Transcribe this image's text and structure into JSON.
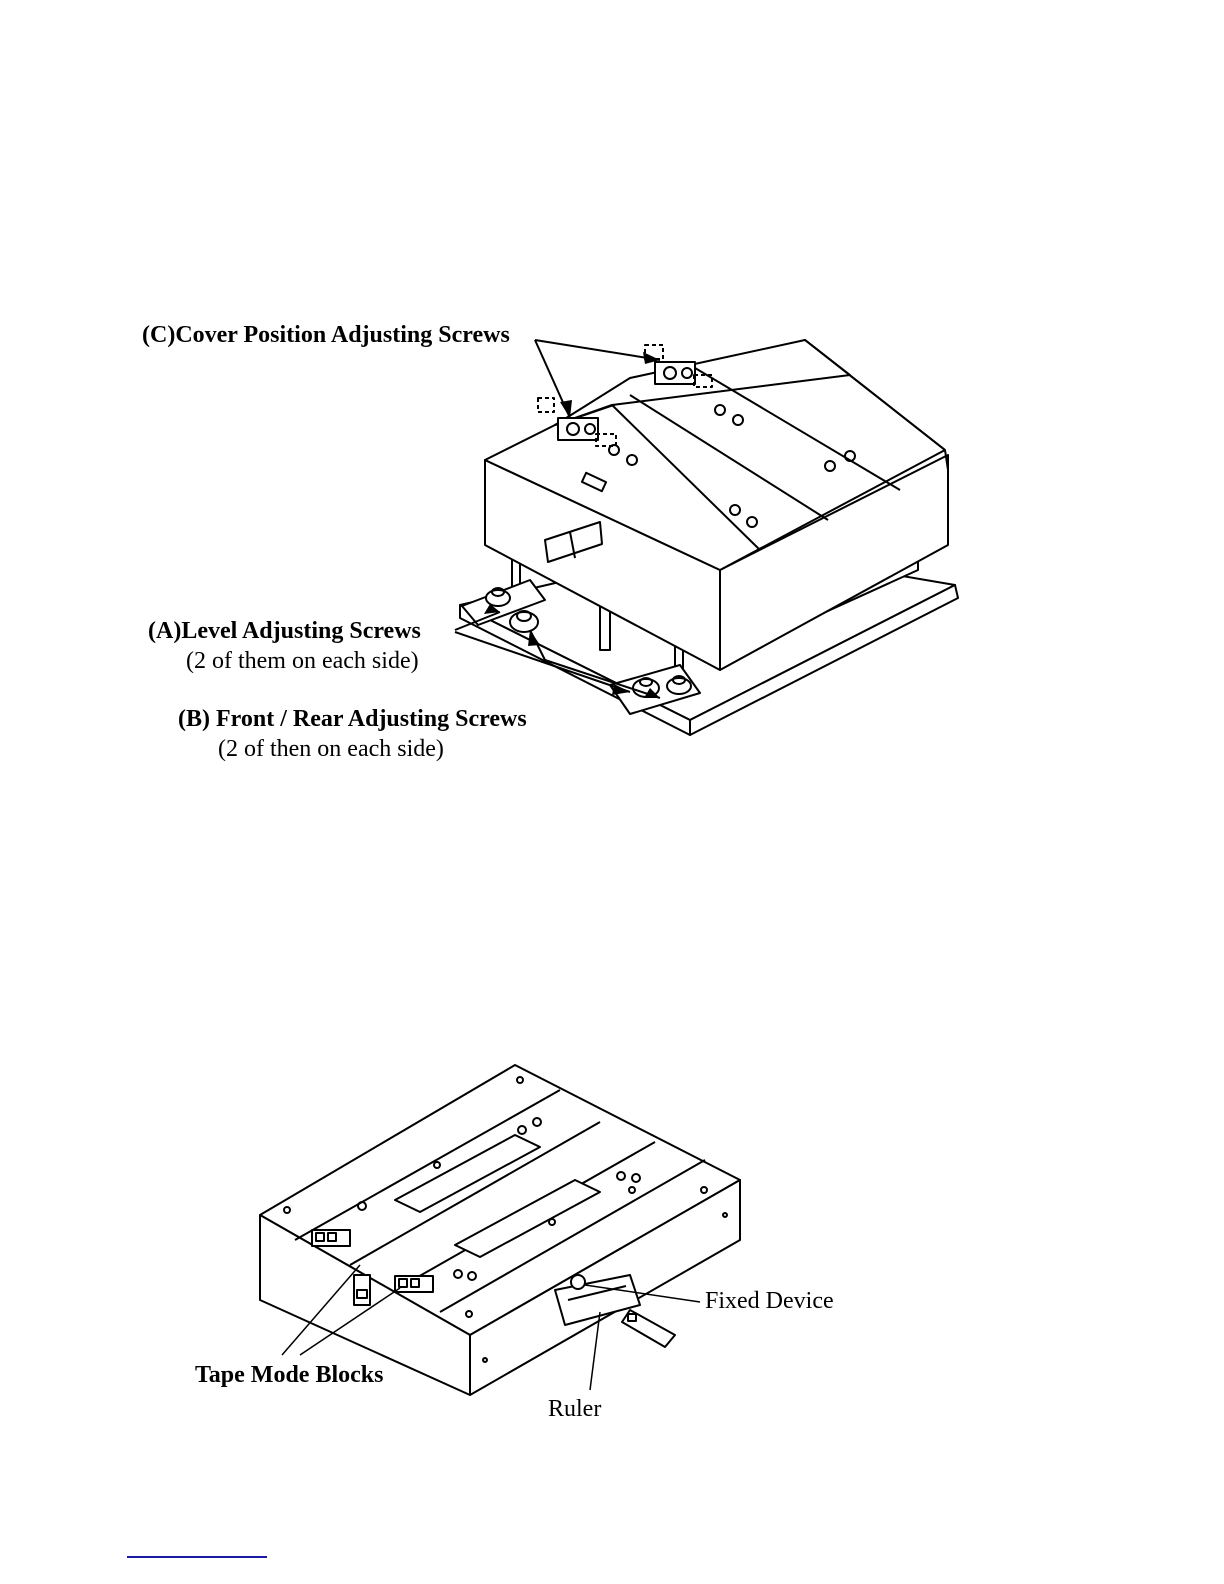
{
  "figure1": {
    "label_c": "(C)Cover Position Adjusting Screws",
    "label_a": "(A)Level Adjusting Screws",
    "label_a_note": "(2 of them on each side)",
    "label_b": "(B) Front / Rear Adjusting Screws",
    "label_b_note": "(2 of then on each side)"
  },
  "figure2": {
    "label_fixed": "Fixed Device",
    "label_tape": "Tape Mode Blocks",
    "label_ruler": "Ruler"
  }
}
